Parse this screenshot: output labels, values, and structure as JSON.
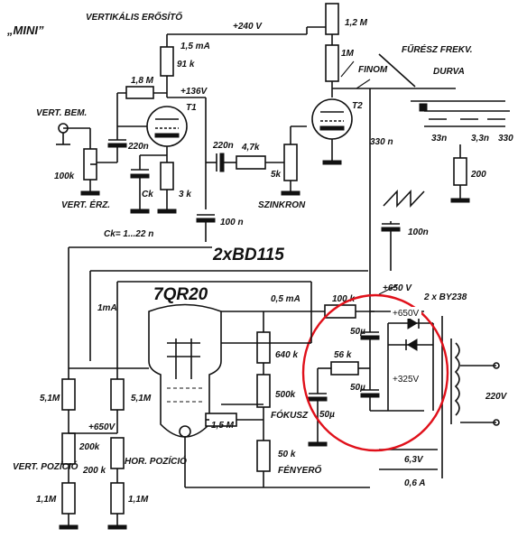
{
  "title": "„MINI”",
  "header": "VERTIKÁLIS ERŐSÍTŐ",
  "supply_top": "+240 V",
  "tube_section": "2xBD115",
  "crt": "7QR20",
  "diodes": "2 x BY238",
  "labels": {
    "i15": "1,5 mA",
    "r91k": "91 k",
    "r18m": "1,8 M",
    "v136": "+136V",
    "t1": "T1",
    "vertbem": "VERT. BEM.",
    "c220n_a": "220n",
    "r100k_a": "100k",
    "vertierz": "VERT. ÉRZ.",
    "ck": "Ck",
    "r3k": "3 k",
    "ckrange": "Ck= 1...22 n",
    "c100n_a": "100 n",
    "c220n_b": "220n",
    "r47k": "4,7k",
    "r5k": "5k",
    "szinkron": "SZINKRON",
    "r12m": "1,2 M",
    "r1m": "1M",
    "finom": "FINOM",
    "t2": "T2",
    "fureszfrekv": "FŰRÉSZ FREKV.",
    "durva": "DURVA",
    "c330n": "330 n",
    "c33n": "33n",
    "c33n_b": "3,3n",
    "c330": "330",
    "r200": "200",
    "c100n_b": "100n",
    "i1ma": "1mA",
    "i05": "0,5 mA",
    "r100k_b": "100 k",
    "v650_top": "+650 V",
    "c50u_a": "50µ",
    "r56k": "56 k",
    "c50u_b": "50µ",
    "c50u_c": "50µ",
    "r640k": "640 k",
    "r500k": "500k",
    "fokusz": "FÓKUSZ",
    "r15m": "1,5 M",
    "r50k": "50 k",
    "fenyero": "FÉNYERŐ",
    "r51m_a": "5,1M",
    "r51m_b": "5,1M",
    "v650_mid": "+650V",
    "r200k_a": "200k",
    "r200k_b": "200 k",
    "vertpoz": "VERT. POZÍCIÓ",
    "horpoz": "HOR. POZÍCIÓ",
    "r11m_a": "1,1M",
    "r11m_b": "1,1M",
    "v63": "6,3V",
    "i06": "0,6 A",
    "v220": "220V"
  },
  "annotations": {
    "a650": "+650V",
    "a325": "+325V"
  },
  "colors": {
    "ink": "#111111",
    "highlight": "#e0101a"
  }
}
